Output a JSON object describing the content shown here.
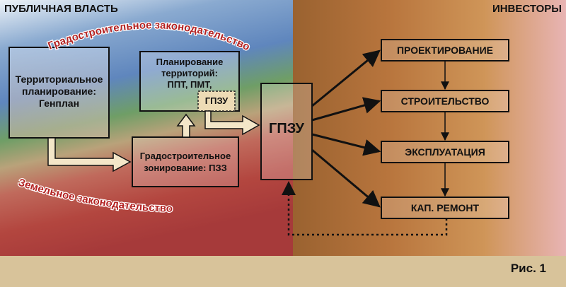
{
  "zones": {
    "public_authority": "ПУБЛИЧНАЯ ВЛАСТЬ",
    "investors": "ИНВЕСТОРЫ"
  },
  "laws": {
    "urban_planning": "Градостроительное законодательство",
    "land": "Земельное законодательство"
  },
  "boxes": {
    "territorial_planning": [
      "Территориальное",
      "планирование:",
      "Генплан"
    ],
    "territory_planning": [
      "Планирование",
      "территорий:",
      "ППТ, ПМТ,"
    ],
    "gpzu_small": "ГПЗУ",
    "zoning": [
      "Градостроительное",
      "зонирование: ПЗЗ"
    ],
    "gpzu_main": "ГПЗУ"
  },
  "stages": [
    "ПРОЕКТИРОВАНИЕ",
    "СТРОИТЕЛЬСТВО",
    "ЭКСПЛУАТАЦИЯ",
    "КАП. РЕМОНТ"
  ],
  "caption": "Рис. 1",
  "colors": {
    "left_blue": "#5f86bd",
    "left_green": "#6f9e66",
    "left_red": "#b3463f",
    "right_brown": "#b8753d",
    "right_pink": "#e0b0b0",
    "footer": "#d8c39a",
    "law_text": "#b32222"
  }
}
